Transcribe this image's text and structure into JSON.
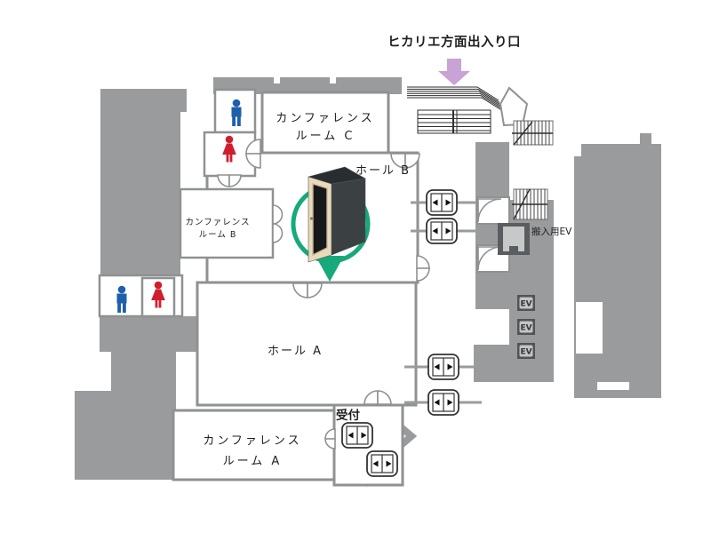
{
  "title": "ヒカリエ方面出入り口",
  "rooms": {
    "conference_c": {
      "line1": "カンファレンス",
      "line2": "ルーム C"
    },
    "hall_b": {
      "label": "ホール B"
    },
    "conference_b": {
      "line1": "カンファレンス",
      "line2": "ルーム B"
    },
    "hall_a": {
      "label": "ホール A"
    },
    "conference_a": {
      "line1": "カンファレンス",
      "line2": "ルーム A"
    },
    "reception": {
      "label": "受付"
    }
  },
  "facilities": {
    "loading_elevator_label": "搬入用EV",
    "elevator_label": "EV"
  },
  "marker": {
    "type": "phone-booth-location",
    "color": "#17A97B"
  },
  "colors": {
    "floor_gray": "#9A9B9D",
    "wall_gray": "#8F9192",
    "arrow_purple": "#C9A2D6",
    "male_icon_blue": "#1E5FA9",
    "female_icon_red": "#CF1F2F",
    "marker_green": "#17A97B",
    "booth_dark": "#3B4042",
    "booth_top": "#2A2D2F",
    "booth_beige": "#E9DABC",
    "booth_window": "#17181A"
  }
}
